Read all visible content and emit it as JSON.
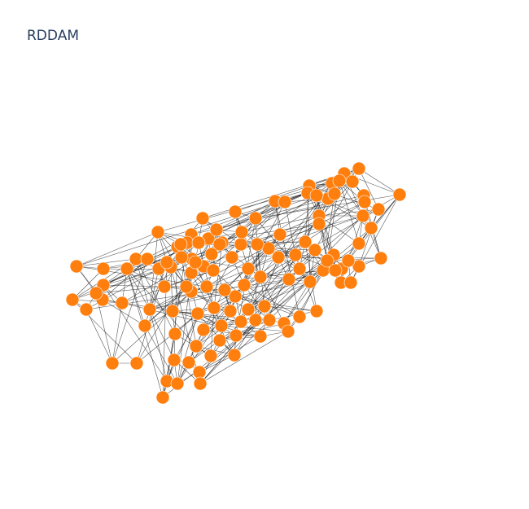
{
  "title": "RDDAM",
  "colors": {
    "background": "#ffffff",
    "title": "#2a3f5f",
    "node": "#ff7f0e",
    "edge": "#222222"
  },
  "graph": {
    "layout": "force-directed",
    "directed": false,
    "node_count": 120
  }
}
